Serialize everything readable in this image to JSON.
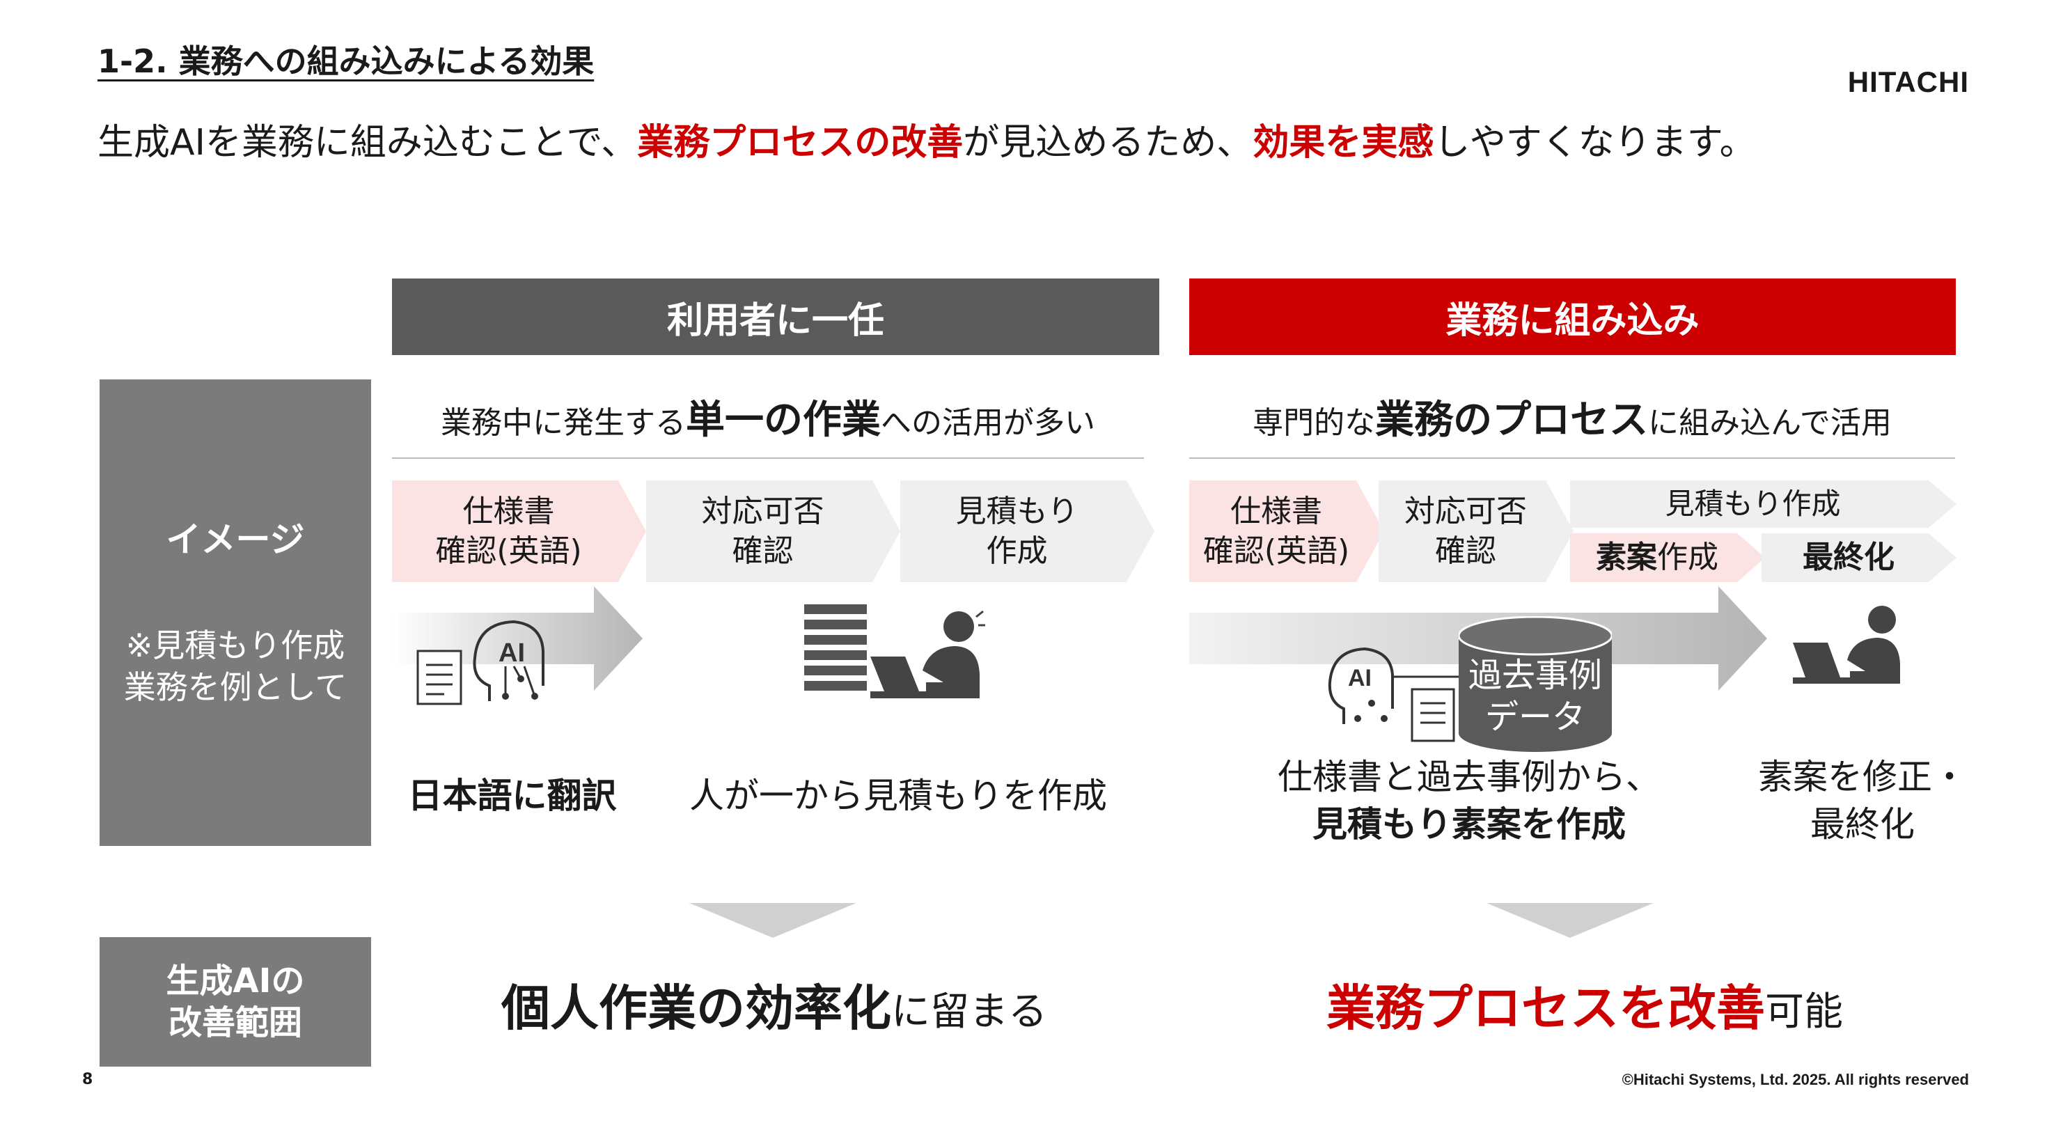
{
  "header": {
    "title": "1-2. 業務への組み込みによる効果",
    "logo": "HITACHI"
  },
  "lead": {
    "part1": "生成AIを業務に組み込むことで、",
    "em1": "業務プロセスの改善",
    "part2": "が見込めるため、",
    "em2": "効果を実感",
    "part3": "しやすくなります。"
  },
  "sidebar": {
    "image_label": "イメージ",
    "image_note": "※見積もり作成\n業務を例として",
    "scope_label": "生成AIの\n改善範囲"
  },
  "left": {
    "header": "利用者に一任",
    "subtitle_pre": "業務中に発生する",
    "subtitle_em": "単一の作業",
    "subtitle_post": "への活用が多い",
    "steps": [
      "仕様書\n確認(英語)",
      "対応可否\n確認",
      "見積もり\n作成"
    ],
    "caption1": "日本語に翻訳",
    "caption2": "人が一から見積もりを作成",
    "result_em": "個人作業の効率化",
    "result_post": "に留まる"
  },
  "right": {
    "header": "業務に組み込み",
    "subtitle_pre": "専門的な",
    "subtitle_em": "業務のプロセス",
    "subtitle_post": "に組み込んで活用",
    "steps": [
      "仕様書\n確認(英語)",
      "対応可否\n確認"
    ],
    "step3_title": "見積もり作成",
    "step3a_em": "素案",
    "step3a_post": "作成",
    "step3b": "最終化",
    "db_label": "過去事例\nデータ",
    "caption1_line1": "仕様書と過去事例から、",
    "caption1_line2": "見積もり素案を作成",
    "caption2": "素案を修正・\n最終化",
    "result_em": "業務プロセスを改善",
    "result_post": "可能"
  },
  "icons": {
    "ai_label": "AI"
  },
  "footer": {
    "page": "8",
    "copyright": "©Hitachi Systems, Ltd. 2025. All rights reserved"
  },
  "colors": {
    "accent": "#cc0000",
    "dark_header": "#5a5a5a",
    "sidebar": "#7b7b7b",
    "pink": "#fbe3e3"
  }
}
